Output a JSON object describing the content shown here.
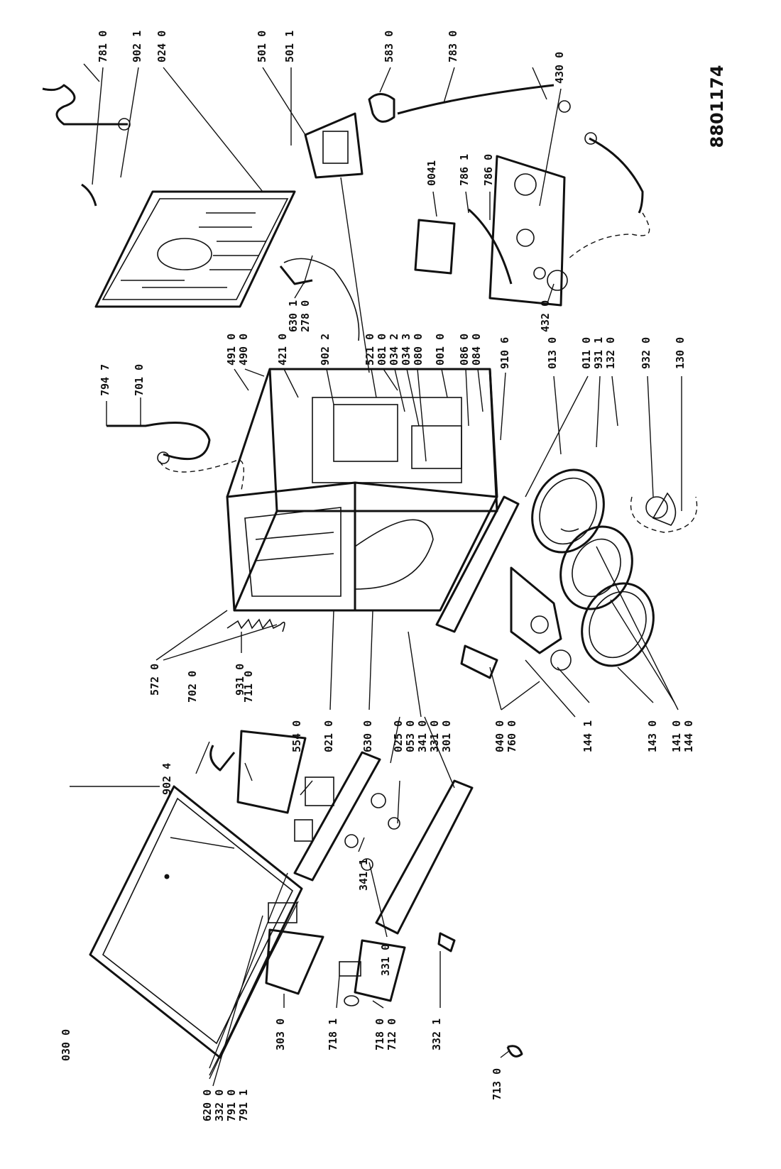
{
  "document_number": "8801174",
  "labels": {
    "l0300": "030 0",
    "l9024": "902 4",
    "l7020": "702 0",
    "l7110": "711 0",
    "l5540": "554 0",
    "l6200": "620 0",
    "l3320": "332 0",
    "l7910": "791 0",
    "l7911": "791 1",
    "l3030": "303 0",
    "l7181": "718 1",
    "l7180": "718 0",
    "l7120": "712 0",
    "l3321": "332 1",
    "l7130": "713 0",
    "l5720": "572 0",
    "l9310": "931 0",
    "l0210": "021 0",
    "l6300": "630 0",
    "l0250": "025 0",
    "l0530": "053 0",
    "l3410": "341 0",
    "l3310": "331 0",
    "l3010": "301 0",
    "l3411": "341 1",
    "l3310b": "331 0",
    "l0400": "040 0",
    "l7600": "760 0",
    "l1441": "144 1",
    "l1430": "143 0",
    "l1410": "141 0",
    "l1440": "144 0",
    "l7947": "794 7",
    "l7010": "701 0",
    "l4910": "491 0",
    "l4900": "490 0",
    "l4210": "421 0",
    "l9022": "902 2",
    "l5210": "521 0",
    "l0810": "081 0",
    "l0342": "034 2",
    "l0343": "034 3",
    "l0800": "080 0",
    "l0010": "001 0",
    "l0860": "086 0",
    "l0840": "084 0",
    "l9106": "910 6",
    "l0130": "013 0",
    "l0110": "011 0",
    "l9311": "931 1",
    "l1320": "132 0",
    "l9320": "932 0",
    "l1300": "130 0",
    "l6301": "630 1",
    "l2780": "278 0",
    "l7810": "781 0",
    "l9021": "902 1",
    "l0240": "024 0",
    "l5010": "501 0",
    "l5011": "501 1",
    "l5830": "583 0",
    "l7830": "783 0",
    "l4300": "430 0",
    "l0041": "0041",
    "l7861": "786 1",
    "l7860": "786 0",
    "l4320": "432 0"
  }
}
